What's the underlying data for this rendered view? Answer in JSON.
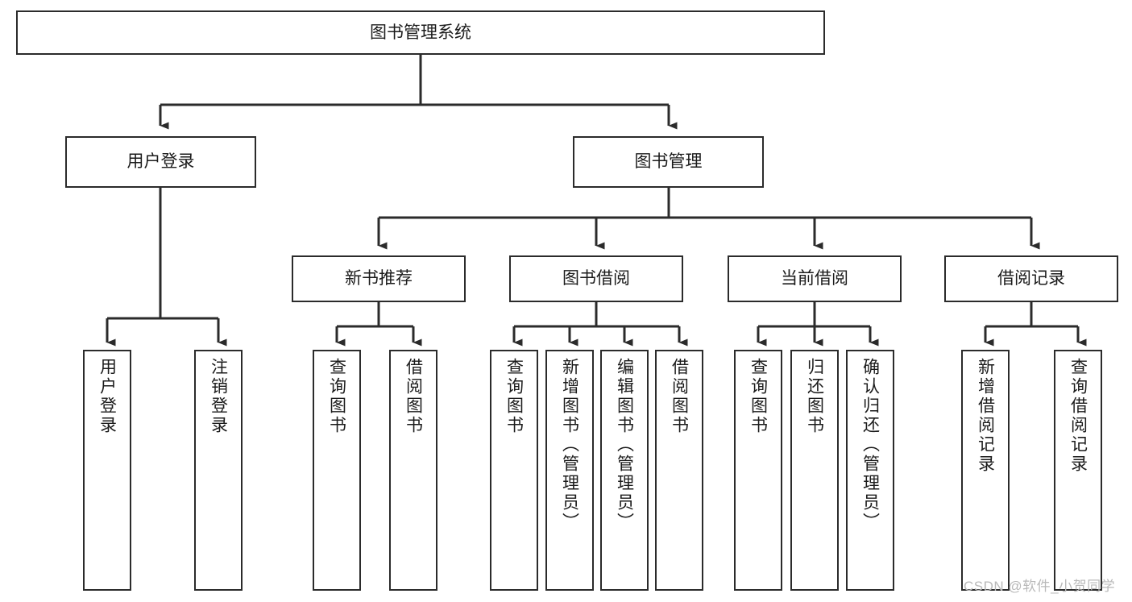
{
  "diagram": {
    "title": "图书管理系统",
    "type": "hierarchy-tree",
    "orientation": "top-down",
    "colors": {
      "box_border": "#2b2b2b",
      "box_fill": "#ffffff",
      "connector": "#2b2b2b",
      "text": "#1b1b1b",
      "watermark": "#b9b9b9",
      "background": "#ffffff"
    },
    "levels": {
      "level1": [
        "图书管理系统"
      ],
      "level2": [
        "用户登录",
        "图书管理"
      ],
      "level3": [
        "新书推荐",
        "图书借阅",
        "当前借阅",
        "借阅记录"
      ],
      "level4": [
        "用户登录",
        "注销登录",
        "查询图书",
        "借阅图书",
        "查询图书",
        "新增图书（管理员）",
        "编辑图书（管理员）",
        "借阅图书",
        "查询图书",
        "归还图书",
        "确认归还（管理员）",
        "新增借阅记录",
        "查询借阅记录"
      ]
    },
    "nodes": {
      "root": {
        "label": "图书管理系统"
      },
      "user_login": {
        "label": "用户登录"
      },
      "book_manage": {
        "label": "图书管理"
      },
      "new_book_rec": {
        "label": "新书推荐"
      },
      "book_borrow": {
        "label": "图书借阅"
      },
      "current_borrow": {
        "label": "当前借阅"
      },
      "borrow_record": {
        "label": "借阅记录"
      },
      "leaf_user_login": {
        "label": "用户登录"
      },
      "leaf_logout": {
        "label": "注销登录"
      },
      "leaf_query_book_1": {
        "label": "查询图书"
      },
      "leaf_borrow_book_1": {
        "label": "借阅图书"
      },
      "leaf_query_book_2": {
        "label": "查询图书"
      },
      "leaf_add_book": {
        "label": "新增图书（管理员）"
      },
      "leaf_edit_book": {
        "label": "编辑图书（管理员）"
      },
      "leaf_borrow_book_2": {
        "label": "借阅图书"
      },
      "leaf_query_book_3": {
        "label": "查询图书"
      },
      "leaf_return_book": {
        "label": "归还图书"
      },
      "leaf_confirm_return": {
        "label": "确认归还（管理员）"
      },
      "leaf_add_record": {
        "label": "新增借阅记录"
      },
      "leaf_query_record": {
        "label": "查询借阅记录"
      }
    },
    "edges": [
      {
        "from": "root",
        "to": "user_login"
      },
      {
        "from": "root",
        "to": "book_manage"
      },
      {
        "from": "user_login",
        "to": "leaf_user_login"
      },
      {
        "from": "user_login",
        "to": "leaf_logout"
      },
      {
        "from": "book_manage",
        "to": "new_book_rec"
      },
      {
        "from": "book_manage",
        "to": "book_borrow"
      },
      {
        "from": "book_manage",
        "to": "current_borrow"
      },
      {
        "from": "book_manage",
        "to": "borrow_record"
      },
      {
        "from": "new_book_rec",
        "to": "leaf_query_book_1"
      },
      {
        "from": "new_book_rec",
        "to": "leaf_borrow_book_1"
      },
      {
        "from": "book_borrow",
        "to": "leaf_query_book_2"
      },
      {
        "from": "book_borrow",
        "to": "leaf_add_book"
      },
      {
        "from": "book_borrow",
        "to": "leaf_edit_book"
      },
      {
        "from": "book_borrow",
        "to": "leaf_borrow_book_2"
      },
      {
        "from": "current_borrow",
        "to": "leaf_query_book_3"
      },
      {
        "from": "current_borrow",
        "to": "leaf_return_book"
      },
      {
        "from": "current_borrow",
        "to": "leaf_confirm_return"
      },
      {
        "from": "borrow_record",
        "to": "leaf_add_record"
      },
      {
        "from": "borrow_record",
        "to": "leaf_query_record"
      }
    ]
  },
  "watermark": {
    "text": "CSDN @软件_小贺同学"
  }
}
